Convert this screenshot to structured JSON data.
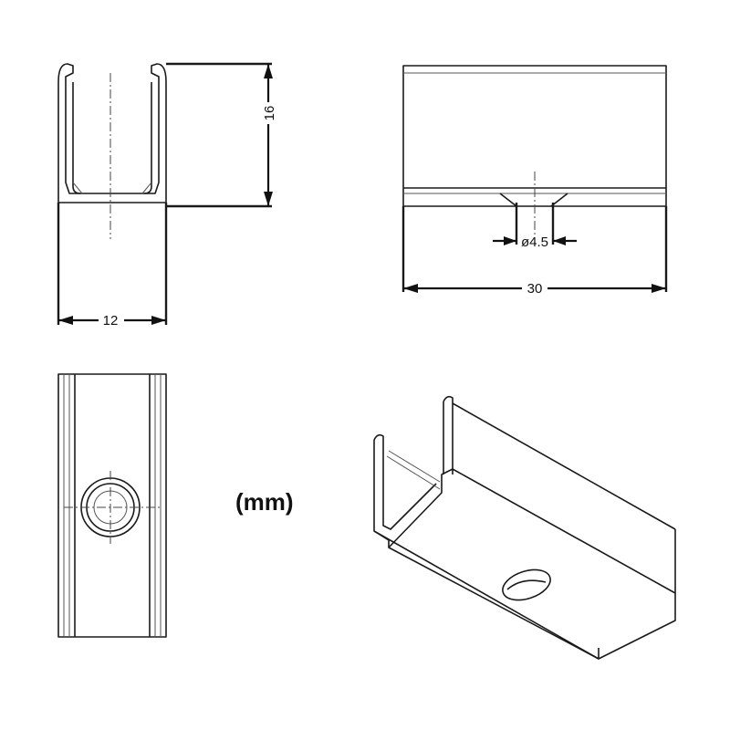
{
  "dimensions": {
    "height": "16",
    "width": "12",
    "length": "30",
    "hole": "ø4.5"
  },
  "unit_label": "(mm)"
}
